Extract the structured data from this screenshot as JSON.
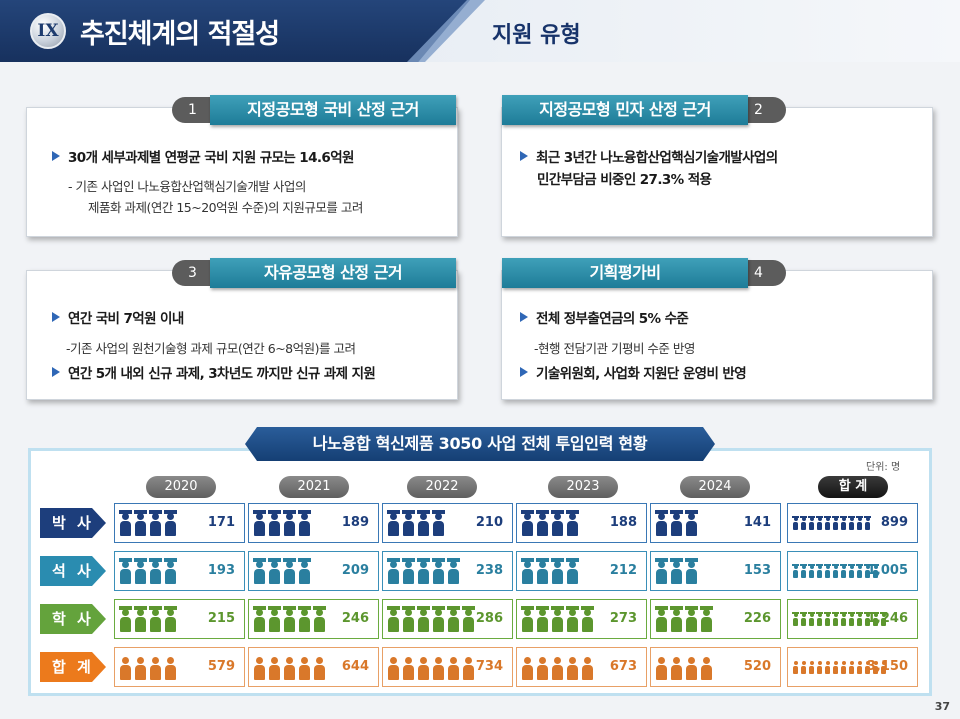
{
  "header": {
    "roman": "IX",
    "title": "추진체계의 적절성",
    "subtitle": "지원 유형"
  },
  "boxes": [
    {
      "number": "1",
      "title": "지정공모형 국비 산정 근거",
      "bullets": [
        {
          "type": "main",
          "text": "30개 세부과제별 연평균 국비 지원 규모는 14.6억원"
        },
        {
          "type": "sub",
          "text": "- 기존 사업인 나노융합산업핵심기술개발 사업의"
        },
        {
          "type": "sub",
          "text": "제품화 과제(연간 15~20억원 수준)의 지원규모를 고려"
        }
      ]
    },
    {
      "number": "2",
      "title": "지정공모형 민자 산정 근거",
      "bullets": [
        {
          "type": "main",
          "text": "최근 3년간 나노융합산업핵심기술개발사업의"
        },
        {
          "type": "cont",
          "text": "민간부담금 비중인 27.3% 적용"
        }
      ]
    },
    {
      "number": "3",
      "title": "자유공모형 산정 근거",
      "bullets": [
        {
          "type": "main",
          "text": "연간 국비 7억원 이내"
        },
        {
          "type": "sub",
          "text": "-기존 사업의 원천기술형 과제 규모(연간 6~8억원)를 고려"
        },
        {
          "type": "main",
          "text": "연간 5개 내외 신규 과제, 3차년도 까지만 신규 과제 지원"
        }
      ]
    },
    {
      "number": "4",
      "title": "기획평가비",
      "bullets": [
        {
          "type": "main",
          "text": "전체 정부출연금의 5% 수준"
        },
        {
          "type": "sub",
          "text": "-현행 전담기관 기평비 수준 반영"
        },
        {
          "type": "main",
          "text": "기술위원회, 사업화 지원단 운영비 반영"
        }
      ]
    }
  ],
  "table": {
    "title": "나노융합 혁신제품 3050 사업 전체 투입인력 현황",
    "unit": "단위: 명",
    "columns": [
      "2020",
      "2021",
      "2022",
      "2023",
      "2024",
      "합 계"
    ],
    "rows": [
      {
        "label": "박 사",
        "color": "#1d3e7c",
        "icon_color": "#1d3e7c",
        "border": "#3a78b5",
        "values": [
          "171",
          "189",
          "210",
          "188",
          "141",
          "899"
        ],
        "icon_counts": [
          4,
          4,
          4,
          4,
          3,
          10
        ]
      },
      {
        "label": "석 사",
        "color": "#2a8cb0",
        "icon_color": "#2a7f9f",
        "border": "#3a8fb8",
        "values": [
          "193",
          "209",
          "238",
          "212",
          "153",
          "1,005"
        ],
        "icon_counts": [
          4,
          4,
          5,
          4,
          3,
          11
        ]
      },
      {
        "label": "학 사",
        "color": "#64a33c",
        "icon_color": "#5c962e",
        "border": "#6aab3f",
        "values": [
          "215",
          "246",
          "286",
          "273",
          "226",
          "1,246"
        ],
        "icon_counts": [
          4,
          5,
          6,
          5,
          4,
          12
        ]
      },
      {
        "label": "합 계",
        "color": "#ec7a1c",
        "icon_color": "#d9782a",
        "border": "#e8a066",
        "values": [
          "579",
          "644",
          "734",
          "673",
          "520",
          "3,150"
        ],
        "icon_counts": [
          4,
          5,
          6,
          5,
          4,
          12
        ]
      }
    ]
  },
  "page_number": "37"
}
